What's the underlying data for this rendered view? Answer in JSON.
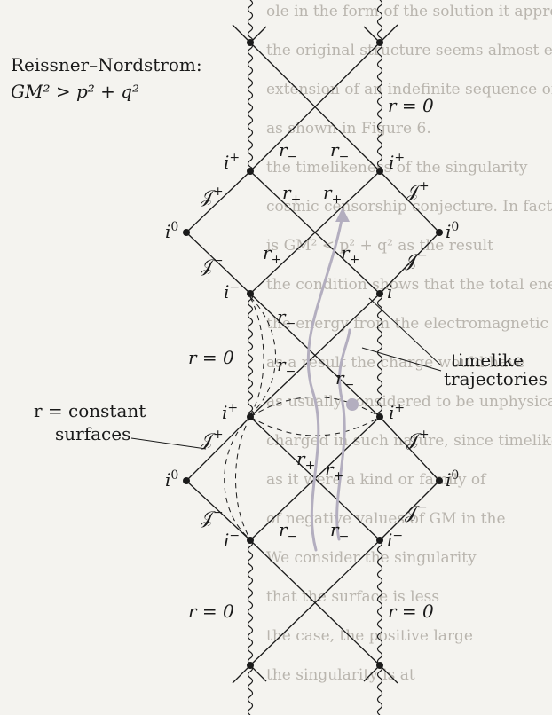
{
  "title_line1": "Reissner–Nordstrom:",
  "title_line2": "GM² > p² + q²",
  "labels": {
    "r_zero": "r = 0",
    "r_minus": "r",
    "r_plus": "r",
    "sub_minus": "−",
    "sub_plus": "+",
    "i_plus": "i",
    "i_minus": "i",
    "i_zero": "i",
    "sup_plus": "+",
    "sup_minus": "−",
    "sup_zero": "0",
    "scri": "𝒥"
  },
  "annotations": {
    "timelike_line1": "timelike",
    "timelike_line2": "trajectories",
    "constant_line1": "r = constant",
    "constant_line2": "surfaces"
  },
  "background_text_lines": [
    "ole in the form of the solution it approaches",
    "the original structure seems almost exactly",
    "extension of an indefinite sequence of",
    "as shown in Figure 6.",
    "the timelikeness of the singularity",
    "cosmic censorship conjecture. In fact",
    "is GM² < p² + q² as the result",
    "the condition shows that the total energy",
    "the energy from the electromagnetic",
    "as a result the charge would have",
    "as usually considered to be unphysical",
    "charged in such nature, since timelike",
    "as it were a kind or family of",
    "of negative values of GM in the",
    "We consider the singularity",
    "that the surface is less",
    "the case, the positive large",
    "the singularity is at"
  ],
  "colors": {
    "ink": "#1a1a1a",
    "trajectory": "#b3aebf",
    "ghost_text": "#b9b5ae",
    "paper": "#f4f3ef"
  }
}
